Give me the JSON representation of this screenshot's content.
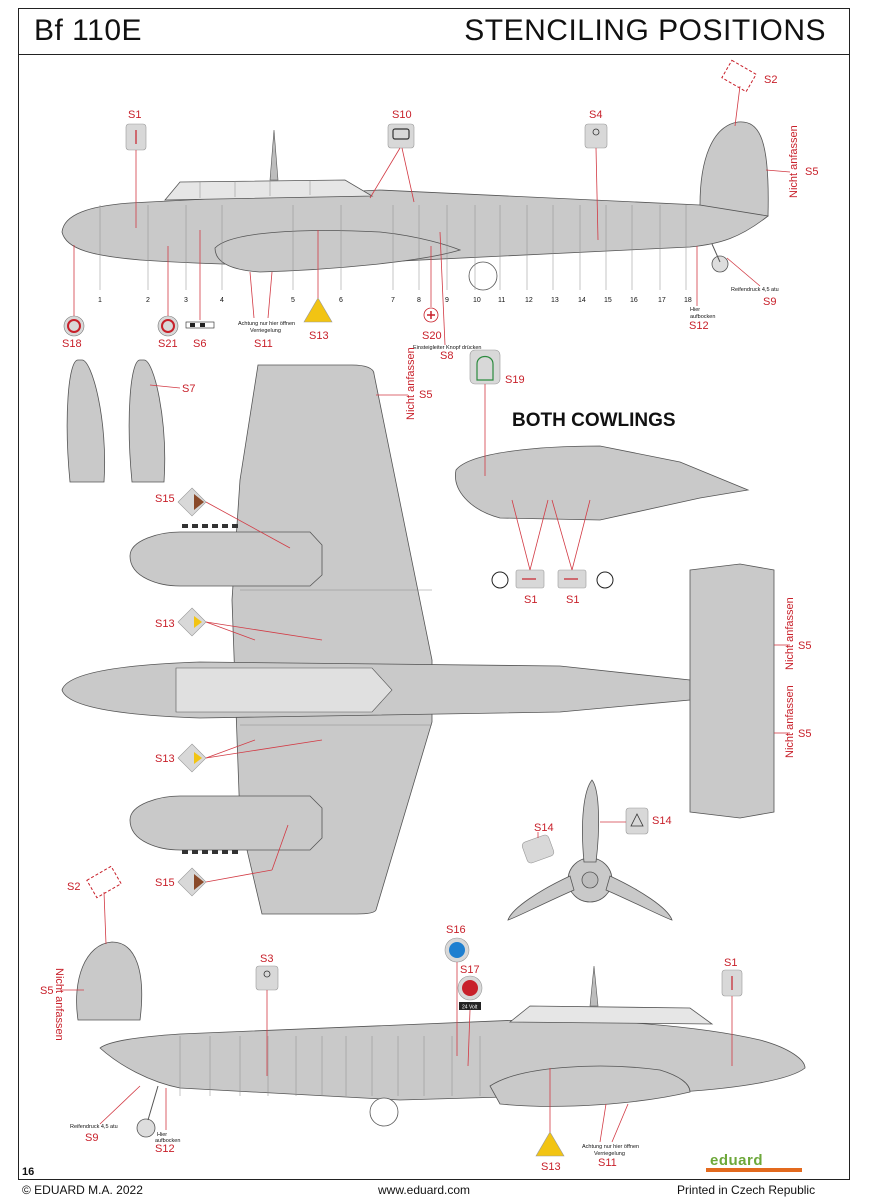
{
  "header": {
    "model": "Bf 110E",
    "section": "STENCILING POSITIONS"
  },
  "subheading": "BOTH COWLINGS",
  "stencil_labels": {
    "s1": "S1",
    "s2": "S2",
    "s3": "S3",
    "s4": "S4",
    "s5": "S5",
    "s6": "S6",
    "s7": "S7",
    "s8": "S8",
    "s9": "S9",
    "s10": "S10",
    "s11": "S11",
    "s12": "S12",
    "s13": "S13",
    "s14": "S14",
    "s15": "S15",
    "s16": "S16",
    "s17": "S17",
    "s18": "S18",
    "s19": "S19",
    "s20": "S20",
    "s21": "S21"
  },
  "stencil_texts": {
    "nicht_anfassen": "Nicht anfassen",
    "reifendruck": "Reifendruck 4,5 atu",
    "hier_aufbocken_1": "Hier",
    "hier_aufbocken_2": "aufbocken",
    "achtung_1": "Achtung nur hier öffnen",
    "achtung_2": "Verriegelung",
    "einsteigeleiter": "Einsteigleiter Knopf drücken",
    "volt": "24 Volt"
  },
  "frame_numbers": [
    "1",
    "2",
    "3",
    "4",
    "5",
    "6",
    "7",
    "8",
    "9",
    "10",
    "11",
    "12",
    "13",
    "14",
    "15",
    "16",
    "17",
    "18"
  ],
  "footer": {
    "page_number": "16",
    "copyright": "© EDUARD M.A. 2022",
    "website": "www.eduard.com",
    "printed": "Printed in Czech Republic",
    "brand": "eduard"
  },
  "colors": {
    "aircraft_grey": "#c9c9c9",
    "callout_red": "#c8202a",
    "warning_yellow": "#f2c413",
    "brand_green": "#6da83a",
    "brand_orange": "#e36a1e"
  }
}
